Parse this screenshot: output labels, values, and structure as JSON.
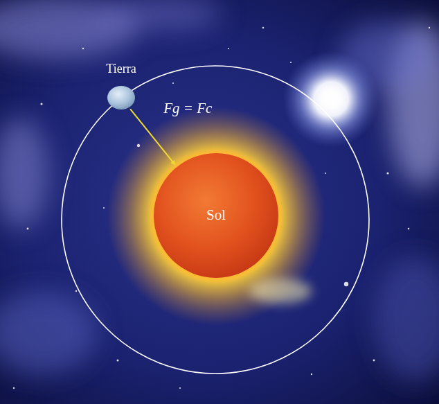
{
  "diagram": {
    "nodes": [
      {
        "text": [
          "Tierra"
        ]
      },
      {
        "text": [
          "Sol"
        ]
      }
    ],
    "edges": [
      {
        "from": 0,
        "to": 1,
        "arrow": "to",
        "label": "Fg = Fc"
      }
    ]
  }
}
